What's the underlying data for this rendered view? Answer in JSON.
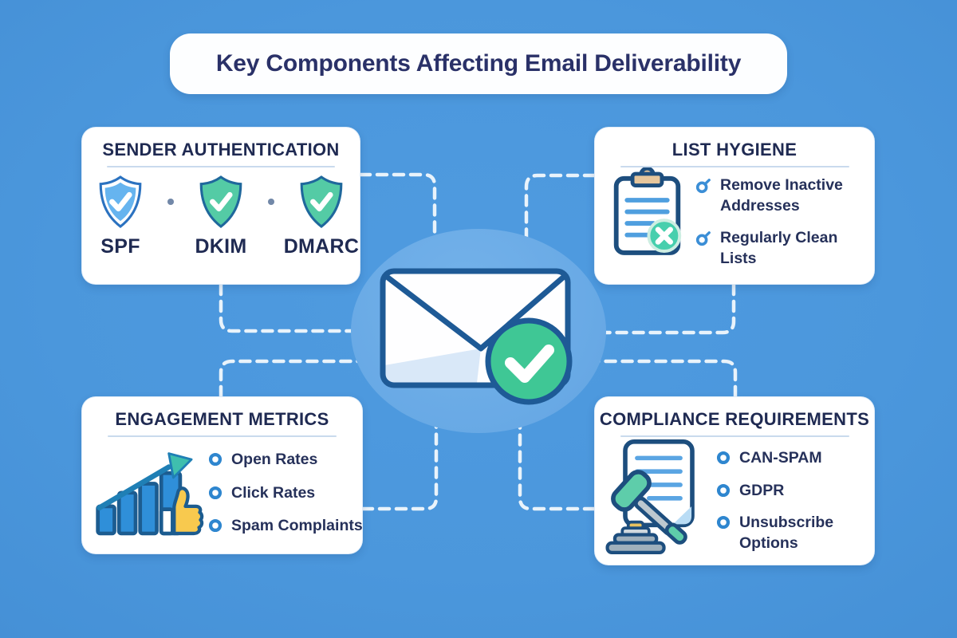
{
  "title": "Key Components Affecting Email Deliverability",
  "center_icon": "email-envelope-delivered-check-icon",
  "cards": {
    "sender_authentication": {
      "heading": "SENDER AUTHENTICATION",
      "icon": "shield-check-icon",
      "shields": [
        "SPF",
        "DKIM",
        "DMARC"
      ]
    },
    "list_hygiene": {
      "heading": "LIST HYGIENE",
      "icon": "clipboard-remove-icon",
      "items": [
        "Remove Inactive Addresses",
        "Regularly Clean Lists"
      ]
    },
    "engagement_metrics": {
      "heading": "ENGAGEMENT METRICS",
      "icon": "growth-chart-thumbs-up-icon",
      "items": [
        "Open Rates",
        "Click Rates",
        "Spam Complaints"
      ]
    },
    "compliance_requirements": {
      "heading": "COMPLIANCE REQUIREMENTS",
      "icon": "gavel-document-icon",
      "items": [
        "CAN-SPAM",
        "GDPR",
        "Unsubscribe Options"
      ]
    }
  },
  "colors": {
    "background": "#4b97dc",
    "card_background": "#ffffff",
    "title_text": "#2a3168",
    "heading_text": "#1f2a52",
    "item_text": "#26315a",
    "bullet_ring": "#2e86cf",
    "connector_dash": "#ffffff",
    "center_ellipse": "#68a9e5",
    "outline_navy": "#1d558c",
    "shield_blue": "#66b4ef",
    "shield_green": "#54cba5",
    "check_green": "#3fc795",
    "icon_line_blue": "#4f9fdf",
    "clip_tan": "#e6c69c",
    "thumb_yellow": "#f8c94e",
    "gavel_teal": "#5ecdaa",
    "base_gray": "#9fb0bc"
  }
}
